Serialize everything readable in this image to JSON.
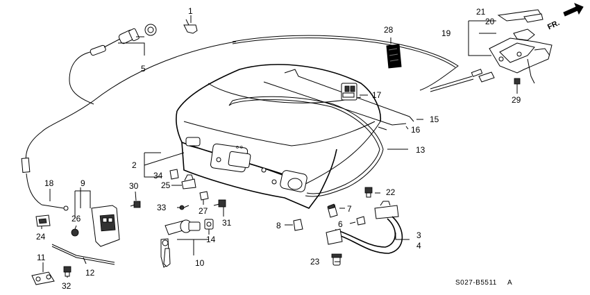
{
  "direction_label": "FR.",
  "drawing_code": "S027-B5511",
  "drawing_code_suffix": "A",
  "callouts": [
    "1",
    "2",
    "3",
    "4",
    "5",
    "6",
    "7",
    "8",
    "9",
    "10",
    "11",
    "12",
    "13",
    "14",
    "15",
    "16",
    "17",
    "18",
    "19",
    "20",
    "21",
    "22",
    "23",
    "24",
    "25",
    "26",
    "27",
    "28",
    "29",
    "30",
    "31",
    "32",
    "33",
    "34"
  ]
}
